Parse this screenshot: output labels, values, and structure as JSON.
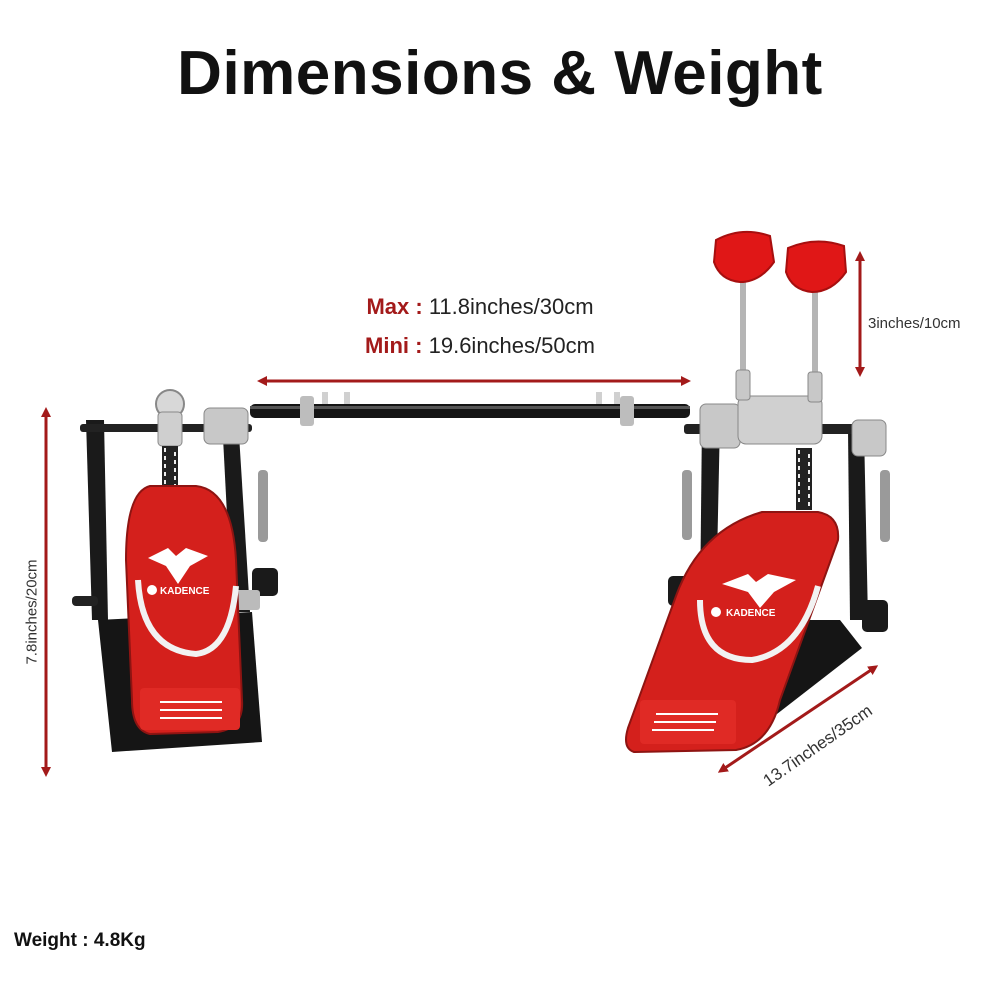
{
  "title": "Dimensions & Weight",
  "specs": {
    "max_label": "Max :",
    "max_value": "11.8inches/30cm",
    "mini_label": "Mini :",
    "mini_value": "19.6inches/50cm"
  },
  "dimensions": {
    "beater_height": "3inches/10cm",
    "pedal_height": "7.8inches/20cm",
    "pedal_length": "13.7inches/35cm"
  },
  "weight": "Weight : 4.8Kg",
  "brand_text": "KADENCE",
  "colors": {
    "accent": "#a31a1a",
    "pedal_red": "#d4201c",
    "frame_black": "#1a1a1a",
    "chrome": "#c8c8c8"
  }
}
